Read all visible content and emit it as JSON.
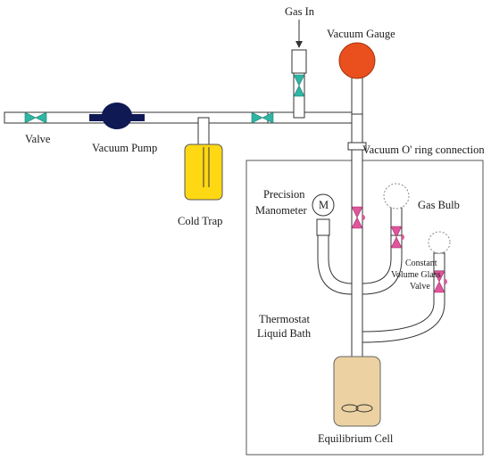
{
  "labels": {
    "gas_in": "Gas In",
    "vacuum_gauge": "Vacuum Gauge",
    "valve": "Valve",
    "vacuum_pump": "Vacuum Pump",
    "vacuum_oring": "Vacuum O' ring connection",
    "cold_trap": "Cold Trap",
    "precision_line1": "Precision",
    "precision_line2": "Manometer",
    "manometer_symbol": "M",
    "gas_bulb": "Gas Bulb",
    "constant_line1": "Constant",
    "constant_line2": "Volume Glass",
    "constant_line3": "Valve",
    "thermostat_line1": "Thermostat",
    "thermostat_line2": "Liquid Bath",
    "equilibrium_cell": "Equilibrium Cell"
  },
  "colors": {
    "valve_teal": "#2fb5a3",
    "valve_pink": "#e0559b",
    "gauge_orange": "#e9501e",
    "pump_navy": "#0f1a55",
    "cold_trap_yellow": "#ffd814",
    "cell_tan": "#ecd2a2"
  },
  "icons": {
    "valve": "bow-tie-valve-icon",
    "pump": "pump-icon",
    "gauge": "gauge-icon",
    "bulb": "bulb-icon"
  }
}
